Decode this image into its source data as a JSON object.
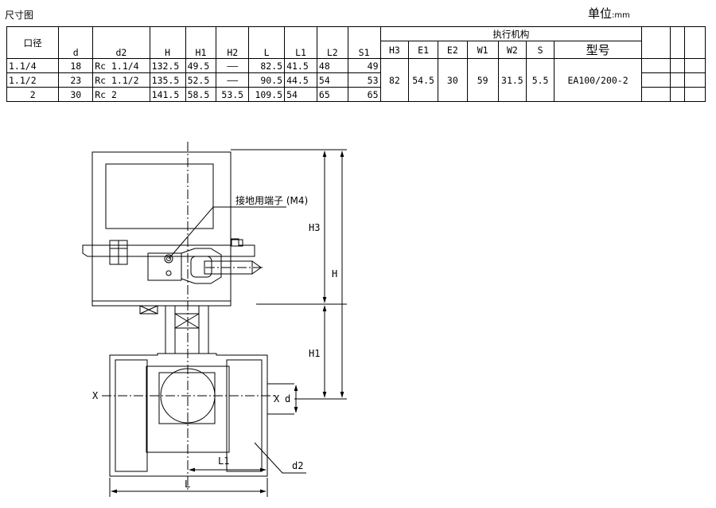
{
  "title": "尺寸图",
  "unit": {
    "label": "单位",
    "value": ":mm"
  },
  "table": {
    "headers": {
      "bore": "口径",
      "d": "d",
      "d2": "d2",
      "H": "H",
      "H1": "H1",
      "H2": "H2",
      "L": "L",
      "L1": "L1",
      "L2": "L2",
      "S1": "S1",
      "actuator": "执行机构",
      "H3": "H3",
      "E1": "E1",
      "E2": "E2",
      "W1": "W1",
      "W2": "W2",
      "S": "S",
      "model": "型号"
    },
    "rows": [
      {
        "bore": "1.1/4",
        "d": "18",
        "d2": "Rc 1.1/4",
        "H": "132.5",
        "H1": "49.5",
        "H2": "——",
        "L": "82.5",
        "L1": "41.5",
        "L2": "48",
        "S1": "49"
      },
      {
        "bore": "1.1/2",
        "d": "23",
        "d2": "Rc 1.1/2",
        "H": "135.5",
        "H1": "52.5",
        "H2": "——",
        "L": "90.5",
        "L1": "44.5",
        "L2": "54",
        "S1": "53"
      },
      {
        "bore": "2",
        "d": "30",
        "d2": "Rc 2",
        "H": "141.5",
        "H1": "58.5",
        "H2": "53.5",
        "L": "109.5",
        "L1": "54",
        "L2": "65",
        "S1": "65"
      }
    ],
    "actuator_values": {
      "H3": "82",
      "E1": "54.5",
      "E2": "30",
      "W1": "59",
      "W2": "31.5",
      "S": "5.5",
      "model": "EA100/200-2"
    }
  },
  "drawing": {
    "ground_terminal": "接地用端子 (M4)",
    "labels": {
      "H3": "H3",
      "H": "H",
      "H1": "H1",
      "X_left": "X",
      "X_right": "X",
      "d": "d",
      "L1": "L1",
      "L": "L",
      "d2": "d2"
    }
  }
}
